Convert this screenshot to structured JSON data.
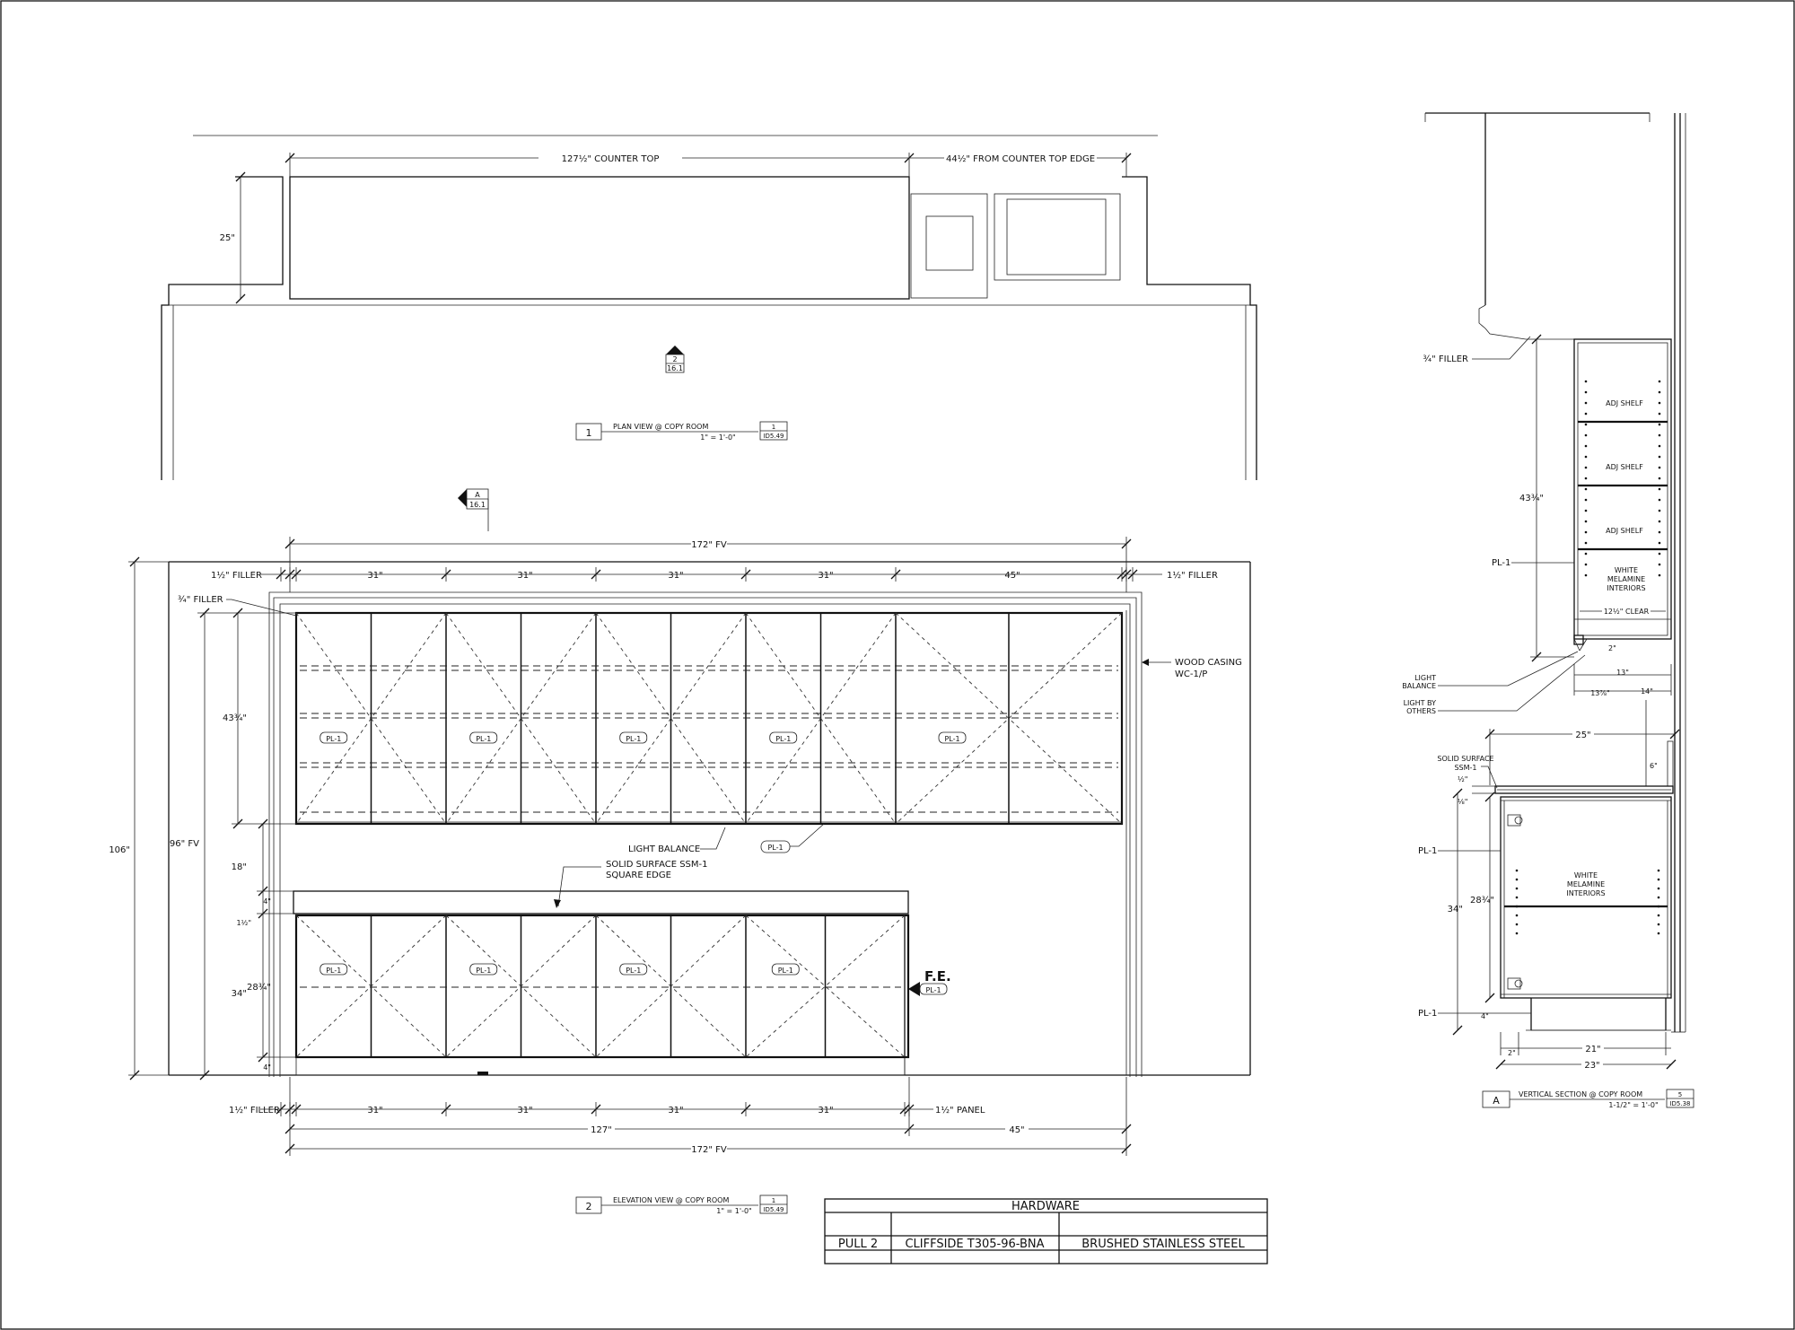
{
  "plan": {
    "dim_counter_top": "127½\" COUNTER TOP",
    "dim_from_edge": "44½\" FROM COUNTER TOP EDGE",
    "dim_depth": "25\"",
    "section_ref_num": "2",
    "section_ref_sheet": "16.1",
    "title_num": "1",
    "title": "PLAN VIEW @ COPY ROOM",
    "scale": "1\" = 1'-0\"",
    "ref_num": "1",
    "ref_sheet": "ID5.49"
  },
  "elevation": {
    "section_marker_letter": "A",
    "section_marker_sheet": "16.1",
    "dim_total_top": "172\" FV",
    "upper_widths": [
      "31\"",
      "31\"",
      "31\"",
      "31\"",
      "45\""
    ],
    "filler_left": "1½\" FILLER",
    "filler_right": "1½\" FILLER",
    "filler_top": "¾\" FILLER",
    "wood_casing": [
      "WOOD CASING",
      "WC-1/P"
    ],
    "dim_106": "106\"",
    "dim_96fv": "96\" FV",
    "dim_upper_height": "43¾\"",
    "dim_18": "18\"",
    "dim_4a": "4\"",
    "dim_1half": "1½\"",
    "dim_28": "28¾\"",
    "dim_34": "34\"",
    "dim_4b": "4\"",
    "panel_tag": "PL-1",
    "light_balance": "LIGHT BALANCE",
    "solid_surface": [
      "SOLID SURFACE SSM-1",
      "SQUARE EDGE"
    ],
    "fe_label": "F.E.",
    "fe_tag": "PL-1",
    "lower_widths": [
      "31\"",
      "31\"",
      "31\"",
      "31\""
    ],
    "bottom_filler": "1½\" FILLER",
    "bottom_panel": "1½\" PANEL",
    "dim_127": "127\"",
    "dim_45": "45\"",
    "dim_total_bottom": "172\" FV",
    "title_num": "2",
    "title": "ELEVATION VIEW @ COPY ROOM",
    "scale": "1\" = 1'-0\"",
    "ref_num": "1",
    "ref_sheet": "ID5.49"
  },
  "section": {
    "filler": "¾\" FILLER",
    "adj_shelf": "ADJ SHELF",
    "upper_interior": [
      "WHITE",
      "MELAMINE",
      "INTERIORS"
    ],
    "clear": "12½\" CLEAR",
    "dim_43": "43¾\"",
    "pl1": "PL-1",
    "dim_2": "2\"",
    "light_balance": [
      "LIGHT",
      "BALANCE"
    ],
    "light_by_others": [
      "LIGHT BY",
      "OTHERS"
    ],
    "dim_13": "13\"",
    "dim_13_8": "13⅞\"",
    "dim_14": "14\"",
    "dim_25": "25\"",
    "dim_6": "6\"",
    "solid_surface": [
      "SOLID SURFACE",
      "SSM-1"
    ],
    "dim_half": "½\"",
    "dim_eighth": "⅛\"",
    "lower_interior": [
      "WHITE",
      "MELAMINE",
      "INTERIORS"
    ],
    "dim_34": "34\"",
    "dim_28": "28¾\"",
    "dim_4": "4\"",
    "dim_2b": "2\"",
    "dim_21": "21\"",
    "dim_23": "23\"",
    "title_num": "A",
    "title": "VERTICAL SECTION @ COPY ROOM",
    "scale": "1-1/2\" = 1'-0\"",
    "ref_num": "5",
    "ref_sheet": "ID5.38"
  },
  "hardware": {
    "title": "HARDWARE",
    "rows": [
      [
        "PULL 2",
        "CLIFFSIDE T305-96-BNA",
        "BRUSHED STAINLESS STEEL"
      ]
    ]
  }
}
